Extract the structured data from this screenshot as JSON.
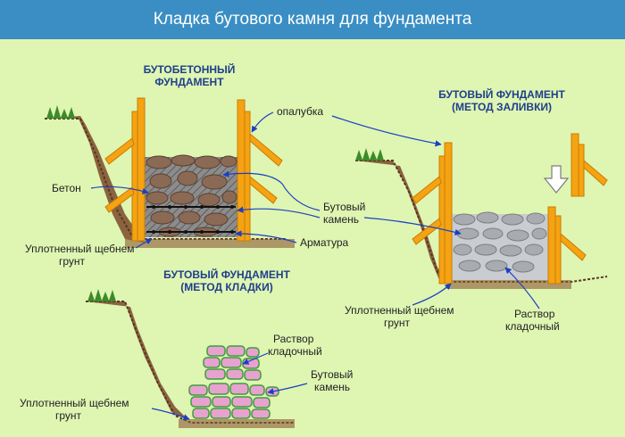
{
  "title": "Кладка бутового камня для фундамента",
  "sections": {
    "rubble_concrete": {
      "heading_line1": "БУТОБЕТОННЫЙ",
      "heading_line2": "ФУНДАМЕНТ",
      "label_formwork": "опалубка",
      "label_concrete": "Бетон",
      "label_stone_line1": "Бутовый",
      "label_stone_line2": "камень",
      "label_rebar": "Арматура",
      "label_gravel_line1": "Уплотненный щебнем",
      "label_gravel_line2": "грунт"
    },
    "pouring_method": {
      "heading_line1": "БУТОВЫЙ ФУНДАМЕНТ",
      "heading_line2": "(МЕТОД ЗАЛИВКИ)",
      "label_gravel_line1": "Уплотненный щебнем",
      "label_gravel_line2": "грунт",
      "label_mortar_line1": "Раствор",
      "label_mortar_line2": "кладочный"
    },
    "masonry_method": {
      "heading_line1": "БУТОВЫЙ ФУНДАМЕНТ",
      "heading_line2": "(МЕТОД КЛАДКИ)",
      "label_mortar_line1": "Раствор",
      "label_mortar_line2": "кладочный",
      "label_stone_line1": "Бутовый",
      "label_stone_line2": "камень",
      "label_gravel_line1": "Уплотненный щебнем",
      "label_gravel_line2": "грунт"
    }
  },
  "colors": {
    "title_bar": "#3a8ec4",
    "background": "#dff5b2",
    "heading_text": "#1f3f8c",
    "label_text": "#222222",
    "arrow": "#1a3fc4",
    "formwork": "#f5a313",
    "stone_brown": "#8b6a55",
    "stone_gray": "#b5b8bc",
    "stone_pink": "#e8a2cf",
    "soil": "#7a4a2a",
    "grass": "#3d8a2a"
  }
}
